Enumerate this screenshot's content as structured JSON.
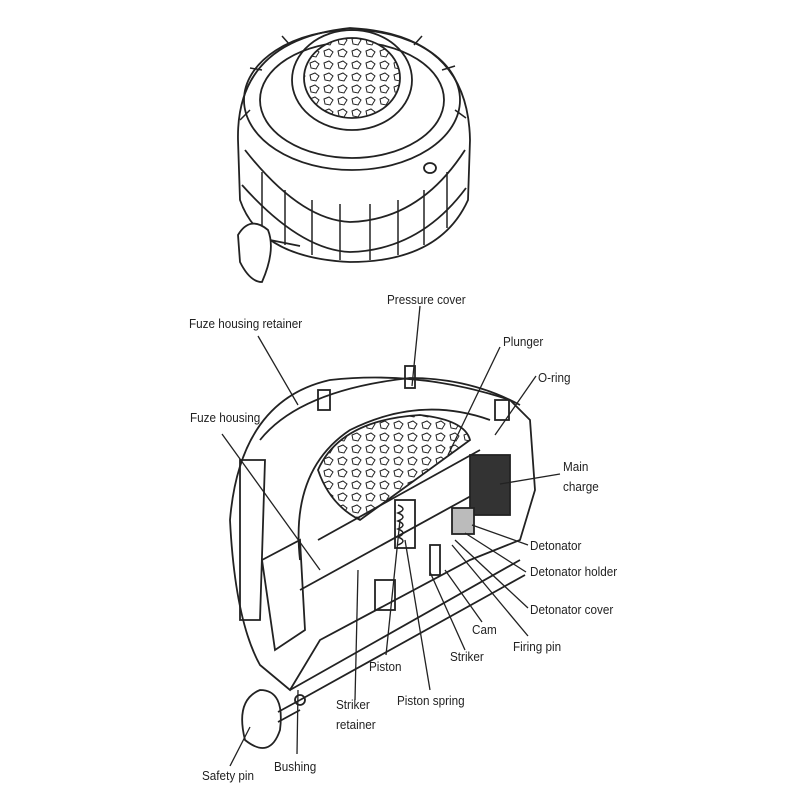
{
  "labels": {
    "pressure_cover": "Pressure cover",
    "fuze_housing_retainer": "Fuze housing retainer",
    "plunger": "Plunger",
    "o_ring": "O-ring",
    "fuze_housing": "Fuze housing",
    "main_charge_1": "Main",
    "main_charge_2": "charge",
    "detonator": "Detonator",
    "detonator_holder": "Detonator holder",
    "detonator_cover": "Detonator cover",
    "cam": "Cam",
    "firing_pin": "Firing pin",
    "striker": "Striker",
    "piston": "Piston",
    "piston_spring": "Piston spring",
    "striker_retainer_1": "Striker",
    "striker_retainer_2": "retainer",
    "safety_pin": "Safety pin",
    "bushing": "Bushing"
  }
}
